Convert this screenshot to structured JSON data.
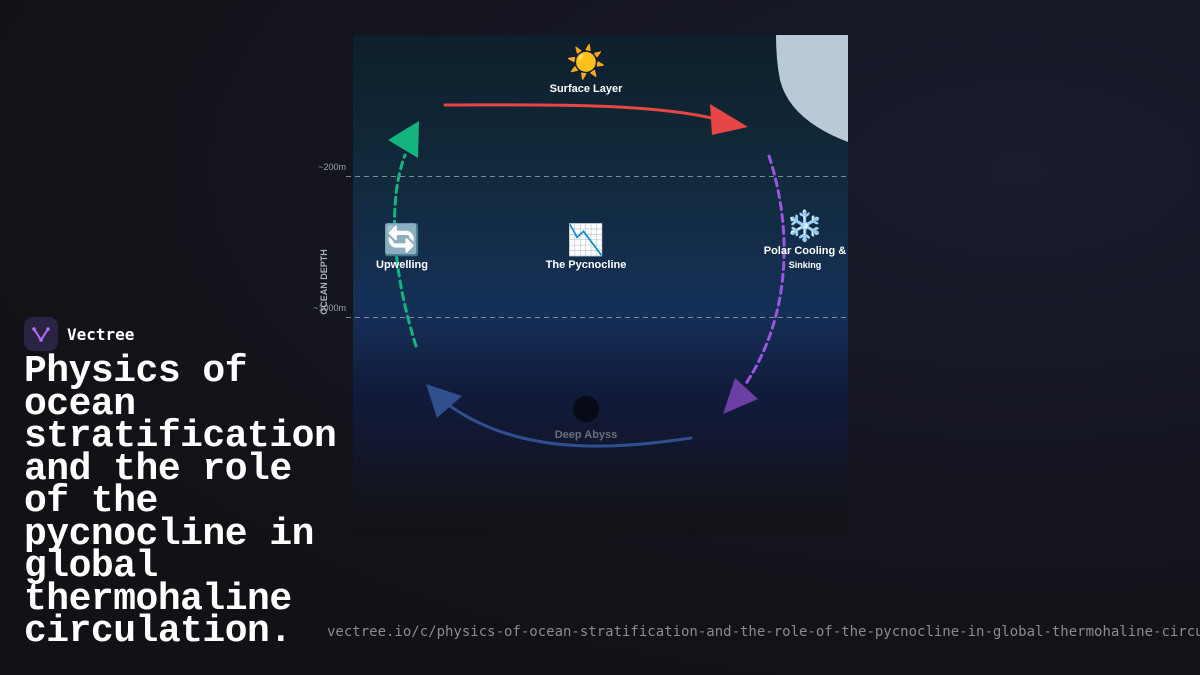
{
  "diagram": {
    "axis_label": "OCEAN DEPTH",
    "depth_markers": [
      "~200m",
      "~1000m"
    ],
    "nodes": {
      "surface": {
        "icon": "☀️",
        "label": "Surface Layer"
      },
      "upwelling": {
        "icon": "🔄",
        "label": "Upwelling"
      },
      "pycnocline": {
        "icon": "📉",
        "label": "The Pycnocline"
      },
      "polar": {
        "icon": "❄️",
        "label_line1": "Polar Cooling &",
        "label_line2": "Sinking"
      },
      "abyss": {
        "icon": "🌑",
        "label": "Deep Abyss"
      }
    },
    "colors": {
      "surface_arrow": "#e84545",
      "sinking_arrow": "#9b55e0",
      "deep_arrow": "#2f4f8f",
      "upwelling_arrow": "#14b47e",
      "ice": "#b9c9d8"
    }
  },
  "brand": {
    "name": "Vectree",
    "icon": "vectree-logo-icon"
  },
  "title": "Physics of ocean stratification and the role of the pycnocline in global thermohaline circulation.",
  "url": "vectree.io/c/physics-of-ocean-stratification-and-the-role-of-the-pycnocline-in-global-thermohaline-circulation"
}
